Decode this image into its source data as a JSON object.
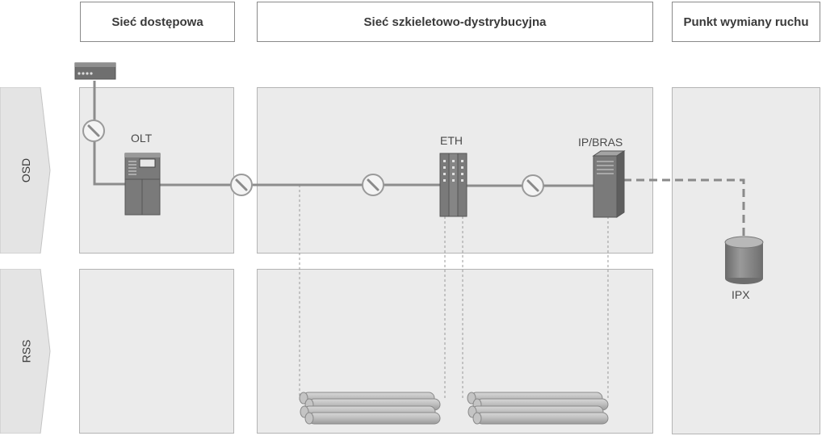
{
  "headers": {
    "access": "Sieć dostępowa",
    "core": "Sieć szkieletowo-dystrybucyjna",
    "exchange": "Punkt wymiany ruchu"
  },
  "rows": {
    "osd": "OSD",
    "rss": "RSS"
  },
  "devices": {
    "olt": "OLT",
    "eth": "ETH",
    "ip_bras": "IP/BRAS",
    "ipx": "IPX"
  },
  "colors": {
    "panel": "#ebebeb",
    "link": "#8c8c8c",
    "device": "#7a7a7a",
    "dashed": "#8a8a8a"
  }
}
